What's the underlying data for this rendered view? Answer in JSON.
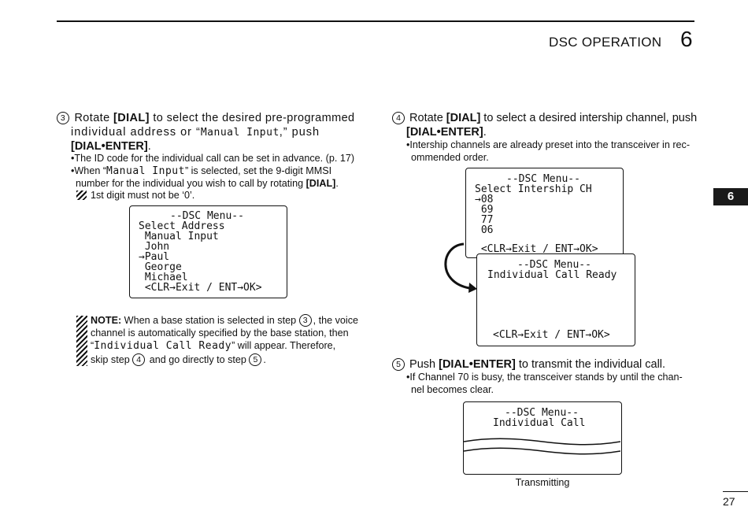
{
  "header": {
    "title": "DSC OPERATION",
    "chapter": "6"
  },
  "side_tab": "6",
  "page_number": "27",
  "step3": {
    "num": "3",
    "line1_pre": "Rotate ",
    "line1_bold": "[DIAL]",
    "line1_post": " to select the desired pre-programmed",
    "line2_pre": "individual address or “",
    "line2_mono": "Manual Input",
    "line2_post": ",” push",
    "line3_bold": "[DIAL•ENTER]",
    "line3_post": ".",
    "bullet1": "The ID code for the individual call can be set in advance. (p. 17)",
    "bullet2_pre": "When “",
    "bullet2_mono": "Manual Input",
    "bullet2_post": "” is selected, set the 9-digit MMSI",
    "bullet2_line2_pre": "number for the individual you wish to call by rotating ",
    "bullet2_line2_bold": "[DIAL]",
    "bullet2_line2_post": ".",
    "note_small": "1st digit must not be ‘0’."
  },
  "screen1": {
    "title": "--DSC Menu--",
    "lines": [
      "Select Address",
      " Manual Input",
      " John",
      "→Paul",
      " George",
      " Michael",
      " <CLR→Exit / ENT→OK>"
    ]
  },
  "note": {
    "label": "NOTE:",
    "l1_post": " When a base station is selected in step ",
    "l1_num": "3",
    "l1_end": ", the voice",
    "l2": "channel is automatically specified by the base station, then",
    "l3_pre": "“",
    "l3_mono": "Individual Call Ready",
    "l3_post": "” will appear. Therefore,",
    "l4_pre": "skip step ",
    "l4_num1": "4",
    "l4_mid": " and go directly to step ",
    "l4_num2": "5",
    "l4_end": "."
  },
  "step4": {
    "num": "4",
    "line1_pre": "Rotate ",
    "line1_bold": "[DIAL]",
    "line1_post": " to select a desired intership channel, push",
    "line2_bold": "[DIAL•ENTER]",
    "line2_post": ".",
    "bullet_l1": "Intership channels are already preset into the transceiver in rec-",
    "bullet_l2": "ommended order."
  },
  "screen2": {
    "title": "--DSC Menu--",
    "lines": [
      "Select Intership CH",
      "→08",
      " 69",
      " 77",
      " 06",
      "",
      " <CLR→Exit / ENT→OK>"
    ]
  },
  "screen3": {
    "title": "--DSC Menu--",
    "line1": "Individual Call Ready",
    "footer": "<CLR→Exit / ENT→OK>"
  },
  "step5": {
    "num": "5",
    "line1_pre": "Push ",
    "line1_bold": "[DIAL•ENTER]",
    "line1_post": " to transmit the individual call.",
    "bullet_l1": "If Channel 70 is busy, the transceiver stands by until the chan-",
    "bullet_l2": "nel becomes clear."
  },
  "screen4": {
    "title": "--DSC Menu--",
    "line1": "Individual Call",
    "caption": "Transmitting"
  }
}
